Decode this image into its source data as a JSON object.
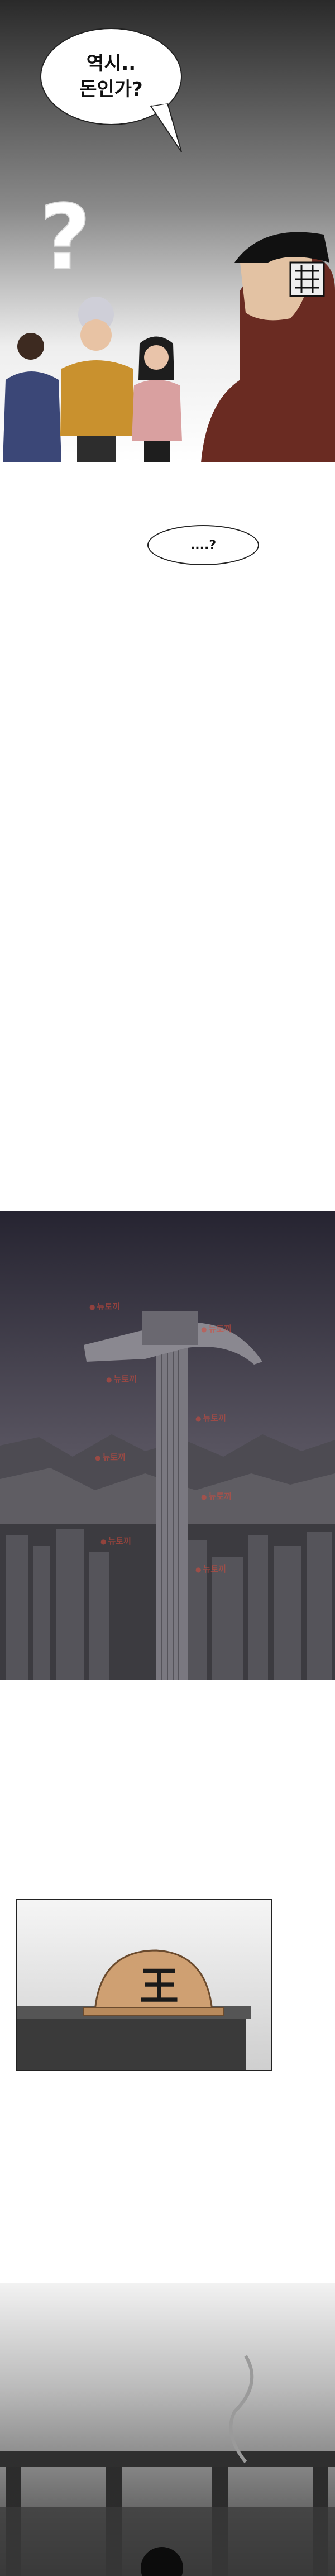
{
  "panel1": {
    "speech": [
      "역시..",
      "돈인가?"
    ],
    "symbol": "?"
  },
  "panel2": {
    "speech": "....?"
  },
  "panel3": {
    "watermark": "뉴토끼"
  },
  "colors": {
    "sky_dark": "#2e2c3a",
    "sky_mid": "#5a5763",
    "ground": "#3a3a3e"
  }
}
